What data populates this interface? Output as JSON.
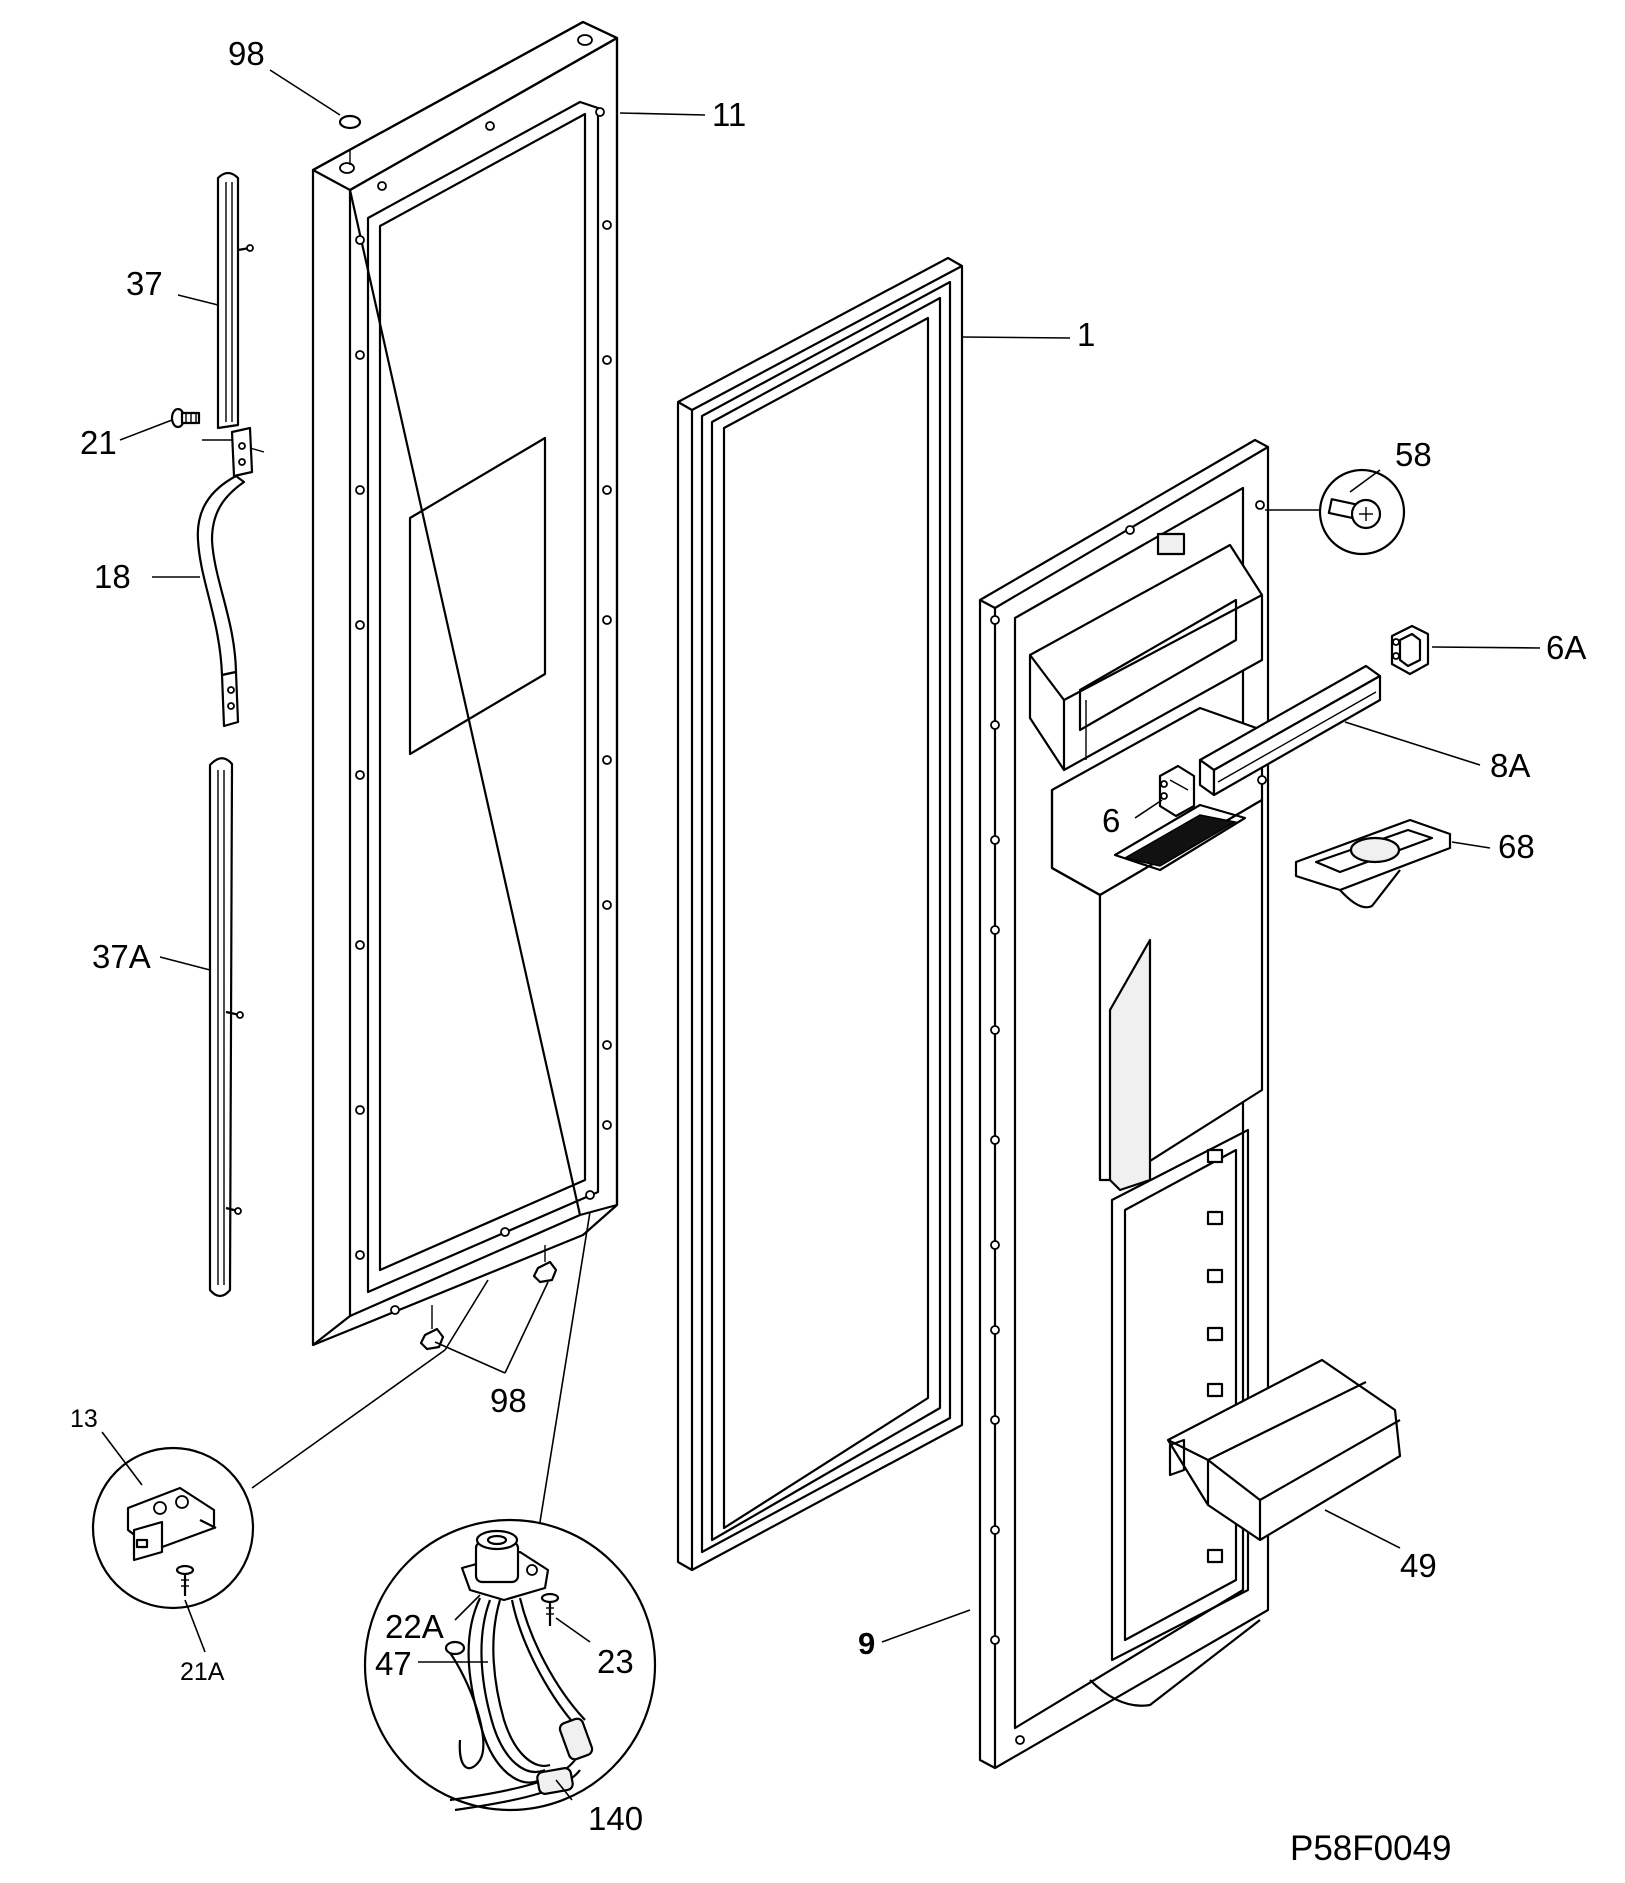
{
  "diagram_code": "P58F0049",
  "callouts": [
    {
      "id": "98-top",
      "text": "98"
    },
    {
      "id": "11",
      "text": "11"
    },
    {
      "id": "37",
      "text": "37"
    },
    {
      "id": "1",
      "text": "1"
    },
    {
      "id": "21",
      "text": "21"
    },
    {
      "id": "18",
      "text": "18"
    },
    {
      "id": "58",
      "text": "58"
    },
    {
      "id": "6A",
      "text": "6A"
    },
    {
      "id": "8A",
      "text": "8A"
    },
    {
      "id": "6",
      "text": "6"
    },
    {
      "id": "68",
      "text": "68"
    },
    {
      "id": "37A",
      "text": "37A"
    },
    {
      "id": "98-bottom",
      "text": "98"
    },
    {
      "id": "13",
      "text": "13"
    },
    {
      "id": "21A",
      "text": "21A"
    },
    {
      "id": "22A",
      "text": "22A"
    },
    {
      "id": "23",
      "text": "23"
    },
    {
      "id": "47",
      "text": "47"
    },
    {
      "id": "140",
      "text": "140"
    },
    {
      "id": "49",
      "text": "49"
    },
    {
      "id": "9",
      "text": "9"
    }
  ]
}
